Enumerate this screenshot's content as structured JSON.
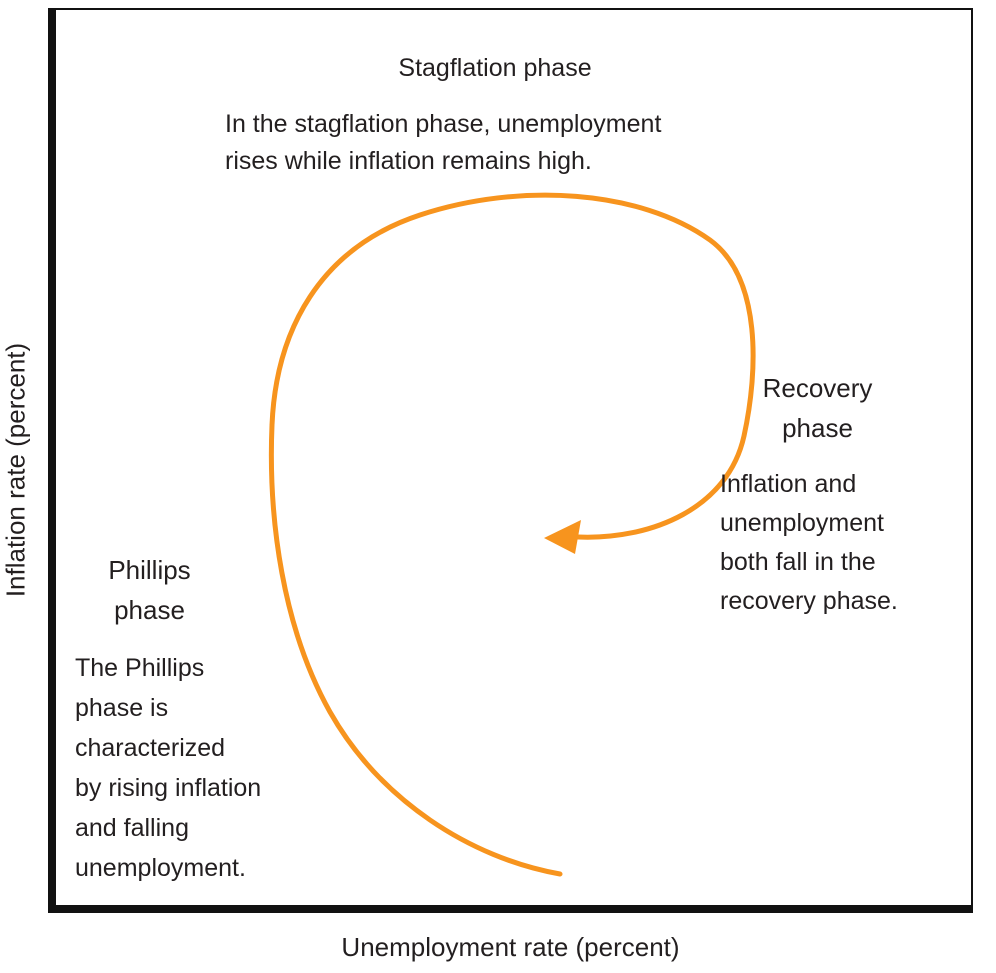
{
  "labels": {
    "stagflation": {
      "title": "Stagflation phase",
      "description_lines": [
        "In the stagflation phase, unemployment",
        "rises while inflation remains high."
      ]
    },
    "recovery": {
      "title_lines": [
        "Recovery",
        "phase"
      ],
      "description_lines": [
        "Inflation and",
        "unemployment",
        "both fall in the",
        "recovery phase."
      ]
    },
    "phillips": {
      "title_lines": [
        "Phillips",
        "phase"
      ],
      "description_lines": [
        "The Phillips",
        "phase is",
        "characterized",
        "by rising inflation",
        "and falling",
        "unemployment."
      ]
    }
  },
  "axes": {
    "y_label": "Inflation rate (percent)",
    "x_label": "Unemployment rate (percent)"
  },
  "colors": {
    "curve": "#F7941E",
    "text": "#231F20",
    "axis": "#111111"
  }
}
